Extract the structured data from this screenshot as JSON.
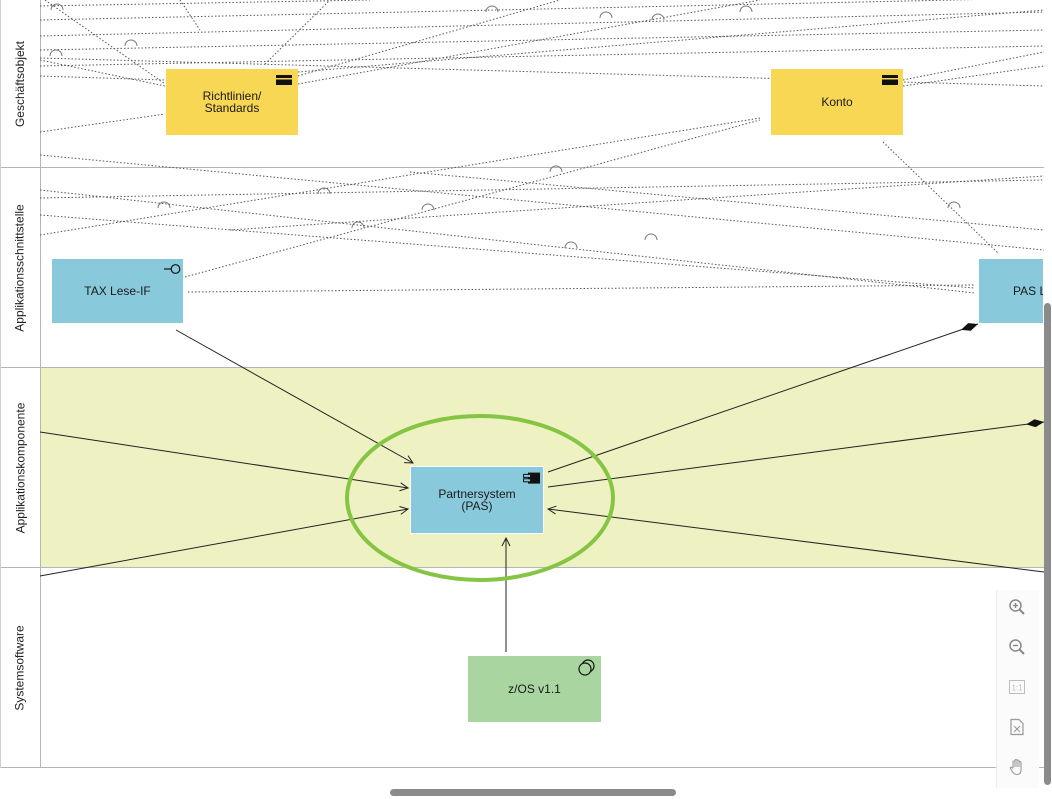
{
  "lanes": [
    {
      "id": "geschaeftsobjekt",
      "label": "Geschäftsobjekt"
    },
    {
      "id": "applikationsschnittstelle",
      "label": "Applikationsschnittstelle"
    },
    {
      "id": "applikationskomponente",
      "label": "Applikationskomponente"
    },
    {
      "id": "systemsoftware",
      "label": "Systemsoftware"
    }
  ],
  "nodes": {
    "richtlinien": {
      "label": "Richtlinien/\nStandards",
      "type": "business-object",
      "icon": "business-object-icon"
    },
    "konto": {
      "label": "Konto",
      "type": "business-object",
      "icon": "business-object-icon"
    },
    "tax": {
      "label": "TAX Lese-IF",
      "type": "application-interface",
      "icon": "interface-icon"
    },
    "pas_if": {
      "label": "PAS L",
      "type": "application-interface"
    },
    "partnersystem": {
      "label": "Partnersystem\n(PAS)",
      "type": "application-component",
      "icon": "component-icon"
    },
    "zos": {
      "label": "z/OS v1.1",
      "type": "system-software",
      "icon": "system-software-icon"
    }
  },
  "colors": {
    "business_object": "#f8d755",
    "application": "#89c9dc",
    "system_software": "#a9d6a0",
    "highlight_lane": "#eef1c1",
    "highlight_ring": "#86c543"
  },
  "toolbar": [
    {
      "name": "zoom-in-button",
      "icon": "zoom-in-icon"
    },
    {
      "name": "zoom-out-button",
      "icon": "zoom-out-icon"
    },
    {
      "name": "actual-size-button",
      "icon": "actual-size-icon"
    },
    {
      "name": "fit-page-button",
      "icon": "fit-page-icon"
    },
    {
      "name": "pan-button",
      "icon": "hand-icon"
    }
  ]
}
